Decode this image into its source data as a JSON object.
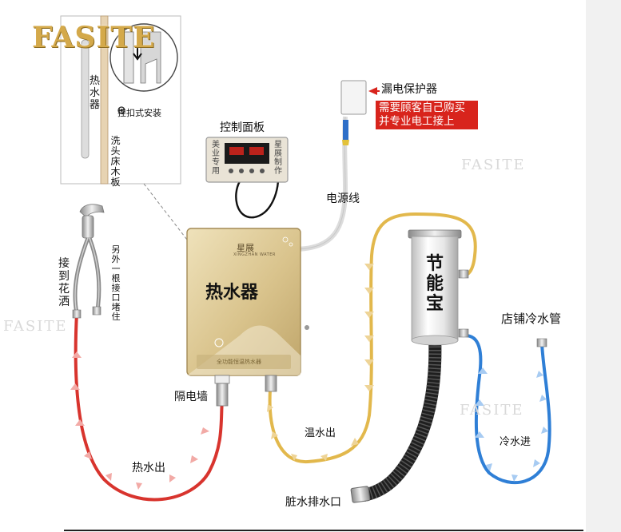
{
  "brand": {
    "logo": "FASITE",
    "watermark": "FASITE",
    "panel_brand": "星展",
    "panel_brand_sub": "XINGZHAN WATER",
    "bottom_label": "全功能恒温热水器"
  },
  "labels": {
    "inset_heater": "热水器",
    "inset_board": "洗头床木板",
    "inset_mount": "挂扣式安装",
    "control_panel": "控制面板",
    "panel_left_text": "美业专用",
    "panel_right_text": "星展制作",
    "breaker": "漏电保护器",
    "breaker_note_1": "需要顾客自己购买",
    "breaker_note_2": "并专业电工接上",
    "power_cord": "电源线",
    "heater": "热水器",
    "connect_shower": "接到花洒",
    "plug_other": "另外一根接口堵住",
    "isolation_wall": "隔电墙",
    "hot_out": "热水出",
    "warm_out": "温水出",
    "energy_saver": "节能宝",
    "shop_cold_pipe": "店铺冷水管",
    "cold_in": "冷水进",
    "drain": "脏水排水口"
  },
  "colors": {
    "hot": "#d8342e",
    "warm": "#e2b84c",
    "cold": "#2f7fd6",
    "heater_body": "#d8c390",
    "warning": "#d8241c"
  }
}
